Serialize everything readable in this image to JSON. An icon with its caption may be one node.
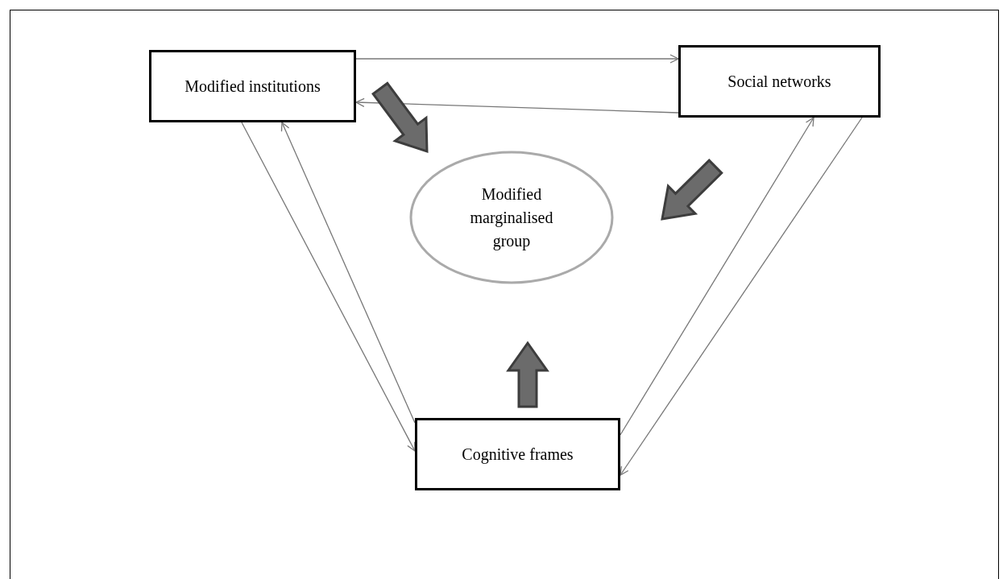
{
  "diagram": {
    "nodes": [
      {
        "text": [
          "Modified institutions"
        ]
      },
      {
        "text": [
          "Social networks"
        ]
      },
      {
        "text": [
          "Modified marginalised group"
        ]
      },
      {
        "text": [
          "Cognitive frames"
        ]
      }
    ],
    "edges": [
      {
        "from": 0,
        "to": 1,
        "arrow": "to"
      },
      {
        "from": 1,
        "to": 0,
        "arrow": "to"
      },
      {
        "from": 0,
        "to": 2,
        "arrow": "to",
        "style": "thick",
        "color": "#6b6b6b"
      },
      {
        "from": 1,
        "to": 2,
        "arrow": "to",
        "style": "thick",
        "color": "#6b6b6b"
      },
      {
        "from": 3,
        "to": 2,
        "arrow": "to",
        "style": "thick",
        "color": "#6b6b6b"
      },
      {
        "from": 0,
        "to": 3,
        "arrow": "to"
      },
      {
        "from": 3,
        "to": 0,
        "arrow": "to"
      },
      {
        "from": 1,
        "to": 3,
        "arrow": "to"
      },
      {
        "from": 3,
        "to": 1,
        "arrow": "to"
      }
    ]
  }
}
